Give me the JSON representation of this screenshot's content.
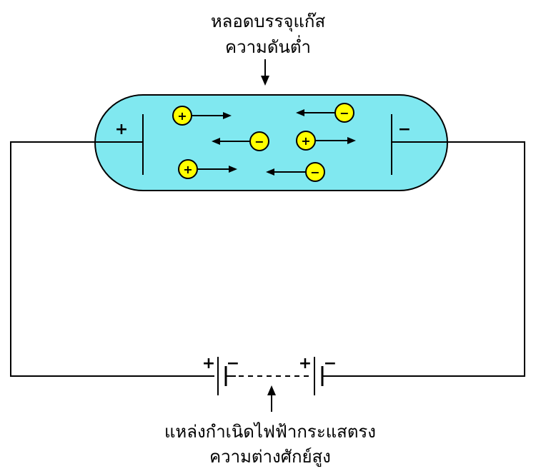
{
  "tube_label": {
    "line1": "หลอดบรรจุแก๊ส",
    "line2": "ความดันต่ำ"
  },
  "source_label": {
    "line1": "แหล่งกำเนิดไฟฟ้ากระแสตรง",
    "line2": "ความต่างศักย์สูง"
  },
  "electrodes": {
    "left_sign": "+",
    "right_sign": "−"
  },
  "battery": {
    "cell1_plus": "+",
    "cell1_minus": "−",
    "cell2_plus": "+",
    "cell2_minus": "−"
  },
  "particles": {
    "positive_symbol": "+",
    "negative_symbol": "−"
  },
  "colors": {
    "tube_fill": "#80e8f0",
    "particle_fill": "#ffff00",
    "line": "#000000"
  }
}
